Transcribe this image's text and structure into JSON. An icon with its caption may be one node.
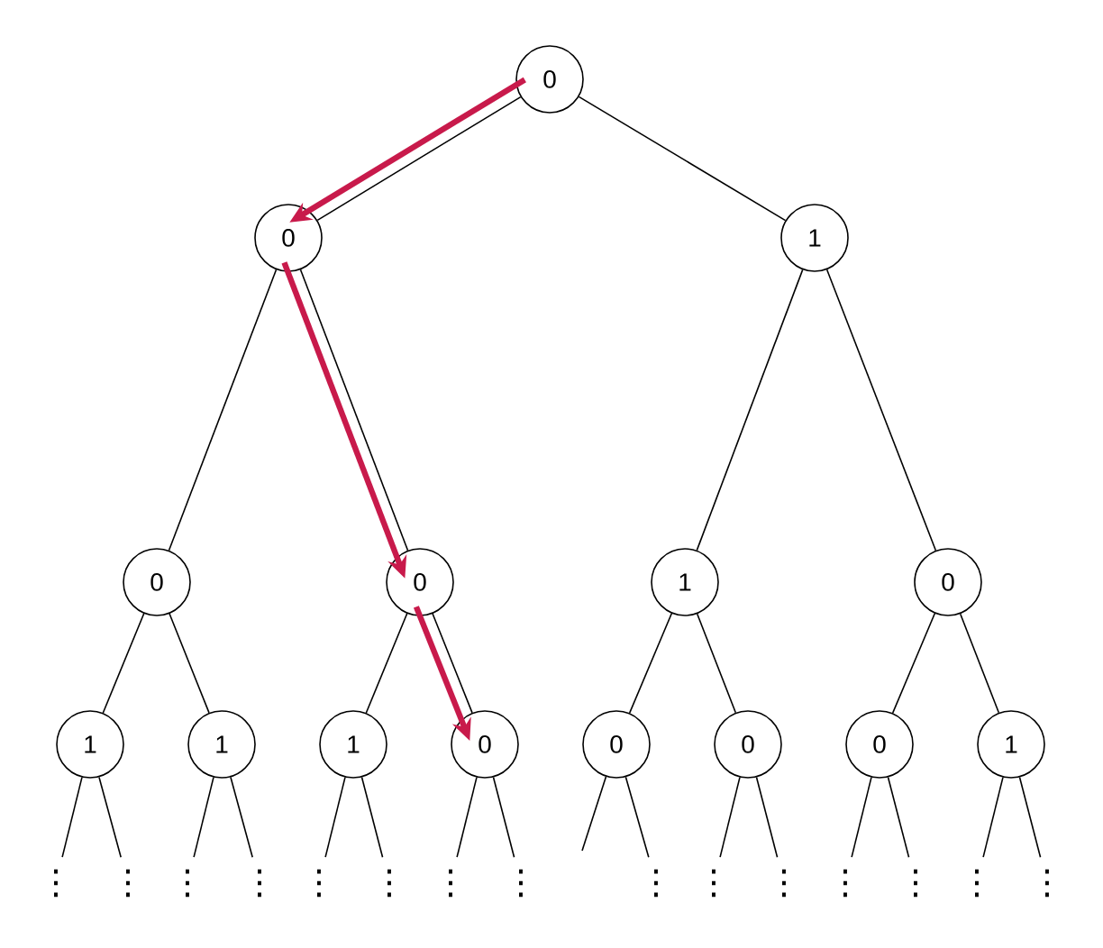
{
  "diagram": {
    "nodes": [
      {
        "text": [
          "0"
        ]
      },
      {
        "text": [
          "0"
        ]
      },
      {
        "text": [
          "1"
        ]
      },
      {
        "text": [
          "0"
        ]
      },
      {
        "text": [
          "0"
        ]
      },
      {
        "text": [
          "1"
        ]
      },
      {
        "text": [
          "0"
        ]
      },
      {
        "text": [
          "1"
        ]
      },
      {
        "text": [
          "1"
        ]
      },
      {
        "text": [
          "1"
        ]
      },
      {
        "text": [
          "0"
        ]
      },
      {
        "text": [
          "0"
        ]
      },
      {
        "text": [
          "0"
        ]
      },
      {
        "text": [
          "0"
        ]
      },
      {
        "text": [
          "1"
        ]
      },
      {
        "text": [
          "⋮"
        ]
      },
      {
        "text": [
          "⋮"
        ]
      },
      {
        "text": [
          "⋮"
        ]
      },
      {
        "text": [
          "⋮"
        ]
      },
      {
        "text": [
          "⋮"
        ]
      },
      {
        "text": [
          "⋮"
        ]
      },
      {
        "text": [
          "⋮"
        ]
      },
      {
        "text": [
          "⋮"
        ]
      },
      {
        "text": [
          "⋮"
        ]
      },
      {
        "text": [
          "⋮"
        ]
      },
      {
        "text": [
          "⋮"
        ]
      },
      {
        "text": [
          "⋮"
        ]
      },
      {
        "text": [
          "⋮"
        ]
      },
      {
        "text": [
          "⋮"
        ]
      },
      {
        "text": [
          "⋮"
        ]
      }
    ],
    "edges": [
      {
        "from": 0,
        "to": 1,
        "arrow": "none"
      },
      {
        "from": 0,
        "to": 2,
        "arrow": "none"
      },
      {
        "from": 1,
        "to": 3,
        "arrow": "none"
      },
      {
        "from": 1,
        "to": 4,
        "arrow": "none"
      },
      {
        "from": 2,
        "to": 5,
        "arrow": "none"
      },
      {
        "from": 2,
        "to": 6,
        "arrow": "none"
      },
      {
        "from": 3,
        "to": 7,
        "arrow": "none"
      },
      {
        "from": 3,
        "to": 8,
        "arrow": "none"
      },
      {
        "from": 4,
        "to": 9,
        "arrow": "none"
      },
      {
        "from": 4,
        "to": 10,
        "arrow": "none"
      },
      {
        "from": 5,
        "to": 11,
        "arrow": "none"
      },
      {
        "from": 5,
        "to": 12,
        "arrow": "none"
      },
      {
        "from": 6,
        "to": 13,
        "arrow": "none"
      },
      {
        "from": 6,
        "to": 14,
        "arrow": "none"
      },
      {
        "from": 7,
        "to": 15,
        "arrow": "none"
      },
      {
        "from": 7,
        "to": 16,
        "arrow": "none"
      },
      {
        "from": 8,
        "to": 17,
        "arrow": "none"
      },
      {
        "from": 8,
        "to": 18,
        "arrow": "none"
      },
      {
        "from": 9,
        "to": 19,
        "arrow": "none"
      },
      {
        "from": 9,
        "to": 20,
        "arrow": "none"
      },
      {
        "from": 10,
        "to": 21,
        "arrow": "none"
      },
      {
        "from": 10,
        "to": 22,
        "arrow": "none"
      },
      {
        "from": 11,
        "to": null,
        "arrow": "none"
      },
      {
        "from": 11,
        "to": 23,
        "arrow": "none"
      },
      {
        "from": 12,
        "to": 24,
        "arrow": "none"
      },
      {
        "from": 12,
        "to": 25,
        "arrow": "none"
      },
      {
        "from": 13,
        "to": 26,
        "arrow": "none"
      },
      {
        "from": 13,
        "to": 27,
        "arrow": "none"
      },
      {
        "from": 14,
        "to": 28,
        "arrow": "none"
      },
      {
        "from": 14,
        "to": 29,
        "arrow": "none"
      },
      {
        "from": 0,
        "to": 1,
        "arrow": "to",
        "style": "thick",
        "color": "#c81a4b"
      },
      {
        "from": 1,
        "to": 4,
        "arrow": "to",
        "style": "thick",
        "color": "#c81a4b"
      },
      {
        "from": 4,
        "to": 10,
        "arrow": "to",
        "style": "thick",
        "color": "#c81a4b"
      }
    ]
  }
}
